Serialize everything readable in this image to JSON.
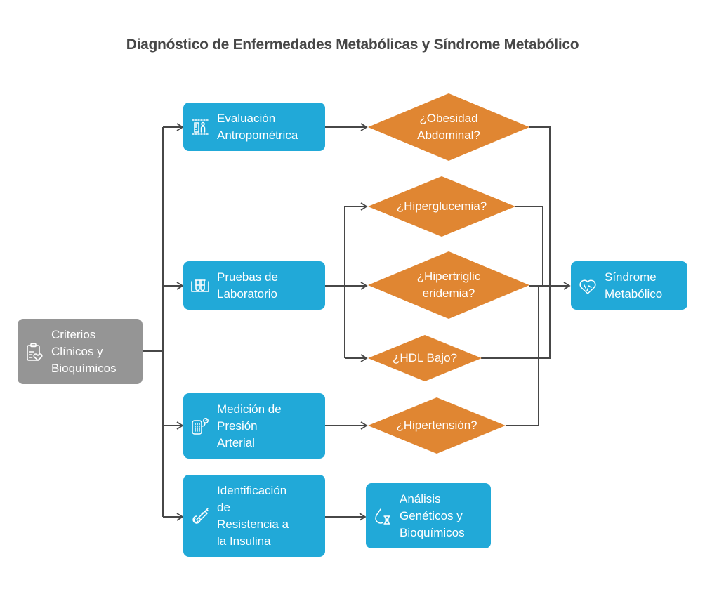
{
  "title": "Diagnóstico de Enfermedades Metabólicas y Síndrome Metabólico",
  "colors": {
    "process": "#21a9d8",
    "start": "#959595",
    "decision": "#e08632",
    "connector": "#474747",
    "title": "#474747"
  },
  "nodes": {
    "criterios": {
      "label": "Criterios\nClínicos y\nBioquímicos",
      "icon": "clipboard-heart-icon"
    },
    "antropometrica": {
      "label": "Evaluación\nAntropométrica",
      "icon": "body-measurement-icon"
    },
    "laboratorio": {
      "label": "Pruebas de\nLaboratorio",
      "icon": "test-tubes-icon"
    },
    "presion": {
      "label": "Medición de\nPresión\nArterial",
      "icon": "blood-pressure-cuff-icon"
    },
    "insulina": {
      "label": "Identificación\nde\nResistencia a\nla Insulina",
      "icon": "syringe-icon"
    },
    "geneticos": {
      "label": "Análisis\nGenéticos y\nBioquímicos",
      "icon": "drop-dna-icon"
    },
    "sindrome": {
      "label": "Síndrome\nMetabólico",
      "icon": "heart-brain-icon"
    }
  },
  "decisions": {
    "obesidad": {
      "label": "¿Obesidad\nAbdominal?"
    },
    "hiperglucemia": {
      "label": "¿Hiperglucemia?"
    },
    "hipertrigliceridemia": {
      "label": "¿Hipertriglic\neridemia?"
    },
    "hdl": {
      "label": "¿HDL Bajo?"
    },
    "hipertension": {
      "label": "¿Hipertensión?"
    }
  }
}
